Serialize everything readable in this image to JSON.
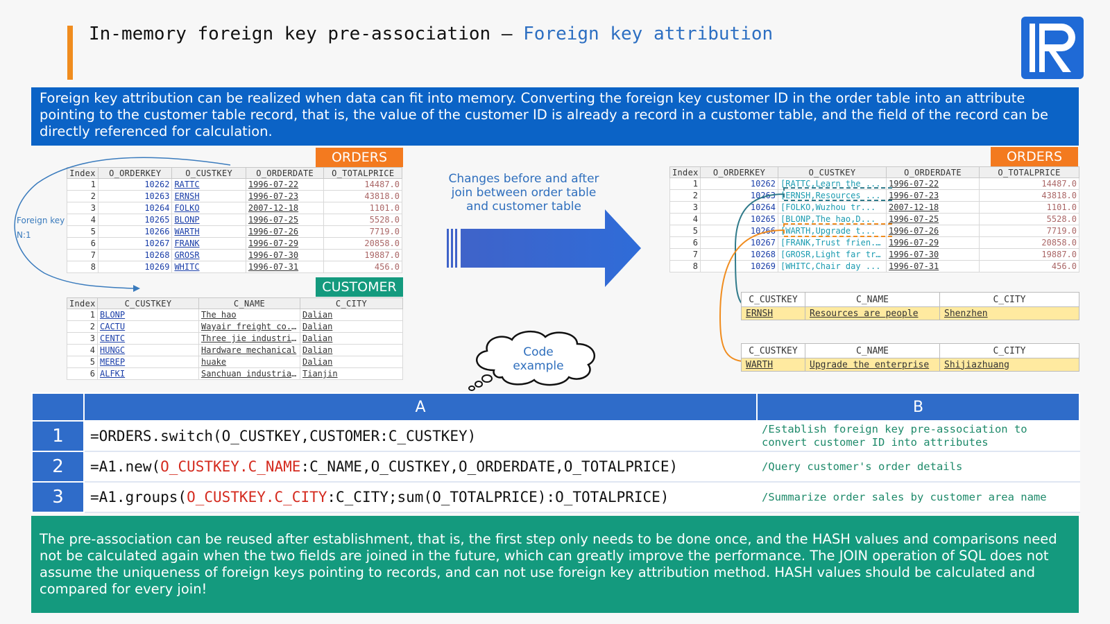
{
  "header": {
    "title_main": "In-memory foreign key pre-association – ",
    "title_accent": "Foreign key attribution"
  },
  "intro_text": "Foreign key attribution can be realized when data can fit into memory. Converting the foreign key customer ID in the order table into an attribute pointing to the customer table record, that is, the value of the customer ID is already a record in a customer table, and the field of the record can be directly referenced for calculation.",
  "labels": {
    "orders": "ORDERS",
    "customer": "CUSTOMER",
    "foreign_key": "Foreign key",
    "ratio": "N:1",
    "changes": "Changes before and after join between order table and customer table",
    "code_example": "Code example"
  },
  "orders_left": {
    "columns": [
      "Index",
      "O_ORDERKEY",
      "O_CUSTKEY",
      "O_ORDERDATE",
      "O_TOTALPRICE"
    ],
    "rows": [
      [
        "1",
        "10262",
        "RATTC",
        "1996-07-22",
        "14487.0"
      ],
      [
        "2",
        "10263",
        "ERNSH",
        "1996-07-23",
        "43818.0"
      ],
      [
        "3",
        "10264",
        "FOLKO",
        "2007-12-18",
        "1101.0"
      ],
      [
        "4",
        "10265",
        "BLONP",
        "1996-07-25",
        "5528.0"
      ],
      [
        "5",
        "10266",
        "WARTH",
        "1996-07-26",
        "7719.0"
      ],
      [
        "6",
        "10267",
        "FRANK",
        "1996-07-29",
        "20858.0"
      ],
      [
        "7",
        "10268",
        "GROSR",
        "1996-07-30",
        "19887.0"
      ],
      [
        "8",
        "10269",
        "WHITC",
        "1996-07-31",
        "456.0"
      ]
    ]
  },
  "customer_left": {
    "columns": [
      "Index",
      "C_CUSTKEY",
      "C_NAME",
      "C_CITY"
    ],
    "rows": [
      [
        "1",
        "BLONP",
        "The hao",
        "Dalian"
      ],
      [
        "2",
        "CACTU",
        "Wayair freight co. LTD",
        "Dalian"
      ],
      [
        "3",
        "CENTC",
        "Three jie industrial",
        "Dalian"
      ],
      [
        "4",
        "HUNGC",
        "Hardware mechanical",
        "Dalian"
      ],
      [
        "5",
        "MEREP",
        "huake",
        "Dalian"
      ],
      [
        "6",
        "ALFKI",
        "Sanchuan industrial ...",
        "Tianjin"
      ]
    ]
  },
  "orders_right": {
    "columns": [
      "Index",
      "O_ORDERKEY",
      "O_CUSTKEY",
      "O_ORDERDATE",
      "O_TOTALPRICE"
    ],
    "rows": [
      [
        "1",
        "10262",
        "[RATTC,Learn the ...",
        "1996-07-22",
        "14487.0"
      ],
      [
        "2",
        "10263",
        "[ERNSH,Resources ...",
        "1996-07-23",
        "43818.0"
      ],
      [
        "3",
        "10264",
        "[FOLKO,Wuzhou tr...",
        "2007-12-18",
        "1101.0"
      ],
      [
        "4",
        "10265",
        "[BLONP,The hao,D...",
        "1996-07-25",
        "5528.0"
      ],
      [
        "5",
        "10266",
        "[WARTH,Upgrade t...",
        "1996-07-26",
        "7719.0"
      ],
      [
        "6",
        "10267",
        "[FRANK,Trust frien...",
        "1996-07-29",
        "20858.0"
      ],
      [
        "7",
        "10268",
        "[GROSR,Light far tr...",
        "1996-07-30",
        "19887.0"
      ],
      [
        "8",
        "10269",
        "[WHITC,Chair day ...",
        "1996-07-31",
        "456.0"
      ]
    ]
  },
  "record_ernsh": {
    "columns": [
      "C_CUSTKEY",
      "C_NAME",
      "C_CITY"
    ],
    "values": [
      "ERNSH",
      "Resources are people",
      "Shenzhen"
    ]
  },
  "record_warth": {
    "columns": [
      "C_CUSTKEY",
      "C_NAME",
      "C_CITY"
    ],
    "values": [
      "WARTH",
      "Upgrade the enterprise",
      "Shijiazhuang"
    ]
  },
  "code": {
    "col_a": "A",
    "col_b": "B",
    "rows": [
      {
        "num": "1",
        "parts": [
          "=ORDERS.switch(O_CUSTKEY,CUSTOMER:C_CUSTKEY)",
          "",
          ""
        ],
        "comment": "/Establish foreign key pre-association to convert customer ID into attributes"
      },
      {
        "num": "2",
        "parts": [
          "=A1.new(",
          "O_CUSTKEY.C_NAME",
          ":C_NAME,O_CUSTKEY,O_ORDERDATE,O_TOTALPRICE)"
        ],
        "comment": "/Query customer's order details"
      },
      {
        "num": "3",
        "parts": [
          "=A1.groups(",
          "O_CUSTKEY.C_CITY",
          ":C_CITY;sum(O_TOTALPRICE):O_TOTALPRICE)"
        ],
        "comment": "/Summarize order sales by customer area name"
      }
    ]
  },
  "bottom_text": "The pre-association can be reused after establishment, that is, the first step only needs to be done once, and the HASH values and comparisons need not be calculated again when the two fields are joined in the future, which can greatly improve the performance. The JOIN operation of SQL does not assume the uniqueness of foreign keys pointing to records, and can not use foreign key attribution method. HASH values should be calculated and compared for every join!",
  "colors": {
    "accent_orange": "#f08c1e",
    "header_blue": "#0b63c6",
    "teal": "#149a7e",
    "code_blue": "#2f6cc9"
  }
}
